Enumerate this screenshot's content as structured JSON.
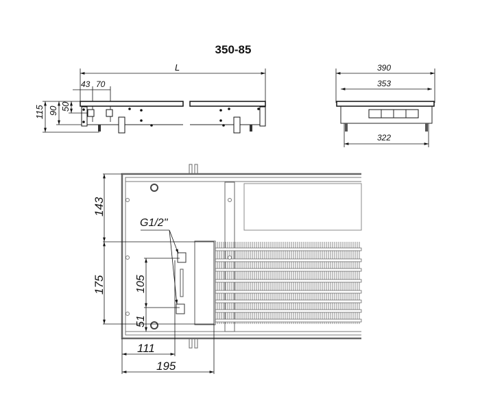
{
  "title": "350-85",
  "side_view": {
    "length_label": "L",
    "dim_43": "43",
    "dim_70": "70",
    "dim_115": "115",
    "dim_90": "90",
    "dim_50": "50"
  },
  "end_view": {
    "dim_390": "390",
    "dim_353": "353",
    "dim_322": "322"
  },
  "plan_view": {
    "dim_143": "143",
    "dim_175": "175",
    "dim_105": "105",
    "dim_51": "51",
    "dim_111": "111",
    "dim_195": "195",
    "thread_label": "G1/2\""
  }
}
